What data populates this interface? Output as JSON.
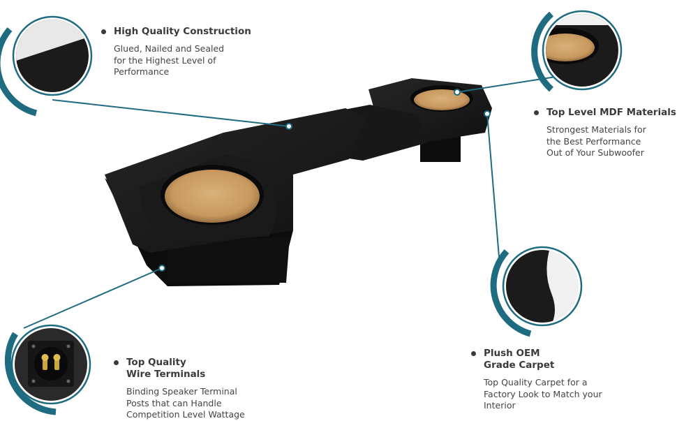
{
  "accent_color": "#1f6b80",
  "callouts": {
    "construction": {
      "title": [
        "High Quality Construction"
      ],
      "desc": [
        "Glued, Nailed and Sealed",
        "for the Highest Level of",
        "Performance"
      ]
    },
    "mdf": {
      "title": [
        "Top Level MDF Materials"
      ],
      "desc": [
        "Strongest Materials for",
        "the Best Performance",
        "Out of  Your Subwoofer"
      ]
    },
    "carpet": {
      "title": [
        "Plush OEM",
        "Grade Carpet"
      ],
      "desc": [
        "Top Quality Carpet for a",
        "Factory Look to Match your",
        "Interior"
      ]
    },
    "terminals": {
      "title": [
        "Top Quality",
        "Wire Terminals"
      ],
      "desc": [
        "Binding Speaker Terminal",
        "Posts that can Handle",
        "Competition Level Wattage"
      ]
    }
  },
  "icons": [
    "carpet-corner-detail",
    "mdf-cutout-detail",
    "carpet-edge-detail",
    "terminal-cup-detail"
  ]
}
